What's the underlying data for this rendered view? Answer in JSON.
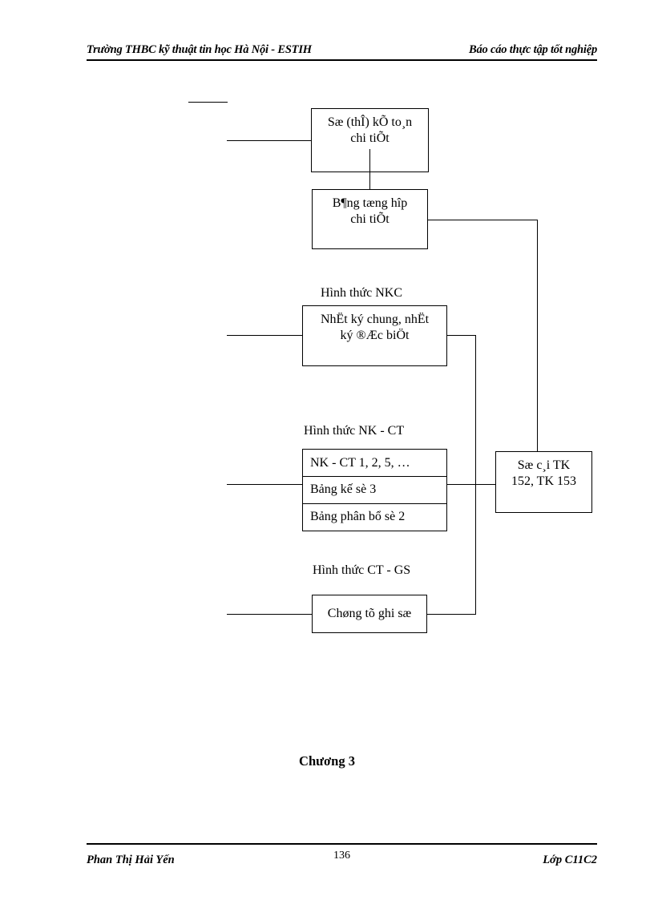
{
  "header": {
    "left": "Trường THBC kỹ thuật tin học Hà Nội - ESTIH",
    "right": "Báo cáo thực tập tốt nghiệp"
  },
  "footer": {
    "author": "Phan Thị Hải Yến",
    "page_number": "136",
    "class": "Lớp C11C2"
  },
  "diagram": {
    "boxes": {
      "so_the_kho": "Sæ (thÎ) kÕ to¸n chi tiÕt",
      "bang_tong_hop": "B¶ng tæng hîp chi tiÕt",
      "nhat_ky_chung": "NhËt ký chung, nhËt ký ®Æc biÖt",
      "chung_tu_ghi_so": "Chøng tõ ghi sæ",
      "so_cai": "Sæ c¸i TK 152, TK 153"
    },
    "box_lines": {
      "so_the_kho_l1": "Sæ (thÎ) kÕ to¸n",
      "so_the_kho_l2": "chi tiÕt",
      "bang_tong_hop_l1": "B¶ng tæng hîp",
      "bang_tong_hop_l2": "chi tiÕt",
      "nhat_ky_chung_l1": "NhËt ký chung, nhËt",
      "nhat_ky_chung_l2": "ký ®Æc biÖt",
      "so_cai_l1": "Sæ c¸i TK",
      "so_cai_l2": "152, TK 153"
    },
    "captions": {
      "nkc": "Hình thức NKC",
      "nk_ct": "Hình thức NK - CT",
      "ct_gs": "Hình thức CT - GS"
    },
    "nk_ct_rows": [
      "NK - CT 1, 2, 5, …",
      "Bảng kế sè 3",
      "Bảng phân bổ sè 2"
    ]
  },
  "chapter": {
    "title": "Chương 3"
  },
  "colors": {
    "ink": "#000000",
    "paper": "#ffffff"
  }
}
